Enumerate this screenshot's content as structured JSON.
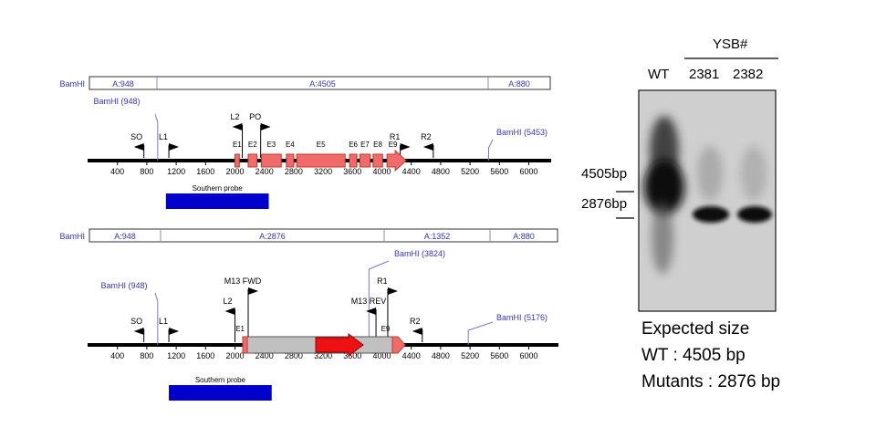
{
  "colors": {
    "bamhi_blue": "#3333cc",
    "exon_fill": "#f26b6b",
    "exon_stroke": "#c0392b",
    "insert_gray": "#c0c0c0",
    "cassette_red": "#ee1111",
    "probe_blue": "#0000cc",
    "axis_black": "#000000"
  },
  "map1": {
    "fragments": [
      {
        "label": "BamHI",
        "left": true
      },
      {
        "label": "A:948"
      },
      {
        "label": "A:4505"
      },
      {
        "label": "A:880"
      }
    ],
    "sites": [
      {
        "label": "BamHI (948)",
        "pos": 948
      },
      {
        "label": "BamHI (5453)",
        "pos": 5453
      }
    ],
    "ticks": [
      "400",
      "800",
      "1200",
      "1600",
      "2000",
      "2400",
      "2800",
      "3200",
      "3600",
      "4000",
      "4400",
      "4800",
      "5200",
      "5600",
      "6000"
    ],
    "primers": [
      {
        "label": "SO",
        "pos": 760,
        "dir": "left",
        "row": 1
      },
      {
        "label": "L1",
        "pos": 1100,
        "dir": "right",
        "row": 1
      },
      {
        "label": "L2",
        "pos": 2100,
        "dir": "left",
        "row": 2
      },
      {
        "label": "PO",
        "pos": 2350,
        "dir": "right",
        "row": 2
      },
      {
        "label": "R1",
        "pos": 4250,
        "dir": "right",
        "row": 1
      },
      {
        "label": "R2",
        "pos": 4700,
        "dir": "left",
        "row": 1
      }
    ],
    "exons": [
      {
        "label": "E1",
        "start": 2000,
        "end": 2060
      },
      {
        "label": "E2",
        "start": 2180,
        "end": 2300
      },
      {
        "label": "E3",
        "start": 2360,
        "end": 2630
      },
      {
        "label": "E4",
        "start": 2700,
        "end": 2800
      },
      {
        "label": "E5",
        "start": 2840,
        "end": 3500
      },
      {
        "label": "E6",
        "start": 3560,
        "end": 3660
      },
      {
        "label": "E7",
        "start": 3700,
        "end": 3840
      },
      {
        "label": "E8",
        "start": 3880,
        "end": 4010
      },
      {
        "label": "E9",
        "start": 4070,
        "end": 4330,
        "arrow": true
      }
    ],
    "probe": {
      "label": "Southern probe",
      "start": 1060,
      "end": 2460
    }
  },
  "map2": {
    "fragments": [
      {
        "label": "BamHI",
        "left": true
      },
      {
        "label": "A:948"
      },
      {
        "label": "A:2876"
      },
      {
        "label": "A:1352"
      },
      {
        "label": "A:880"
      }
    ],
    "sites": [
      {
        "label": "BamHI (948)",
        "pos": 948
      },
      {
        "label": "BamHI (3824)",
        "pos": 3824
      },
      {
        "label": "BamHI (5176)",
        "pos": 5176
      }
    ],
    "ticks": [
      "400",
      "800",
      "1200",
      "1600",
      "2000",
      "2400",
      "2800",
      "3200",
      "3600",
      "4000",
      "4400",
      "4800",
      "5200",
      "5600",
      "6000"
    ],
    "primers": [
      {
        "label": "SO",
        "pos": 760,
        "dir": "left",
        "row": 1
      },
      {
        "label": "L1",
        "pos": 1100,
        "dir": "right",
        "row": 1
      },
      {
        "label": "L2",
        "pos": 2000,
        "dir": "left",
        "row": 2
      },
      {
        "label": "M13 FWD",
        "pos": 2180,
        "dir": "right",
        "row": 3
      },
      {
        "label": "M13 REV",
        "pos": 3920,
        "dir": "left",
        "row": 2
      },
      {
        "label": "R1",
        "pos": 4080,
        "dir": "right",
        "row": 3
      },
      {
        "label": "R2",
        "pos": 4550,
        "dir": "left",
        "row": 1
      }
    ],
    "exon_labels": [
      {
        "label": "E1",
        "pos": 2020
      },
      {
        "label": "E9",
        "pos": 4000
      }
    ],
    "probe": {
      "label": "Southern probe",
      "start": 1100,
      "end": 2500
    }
  },
  "gel": {
    "header": "YSB#",
    "lanes": [
      "WT",
      "2381",
      "2382"
    ],
    "markers": [
      "4505bp",
      "2876bp"
    ],
    "caption": [
      "Expected size",
      "WT : 4505 bp",
      "Mutants : 2876 bp"
    ]
  }
}
